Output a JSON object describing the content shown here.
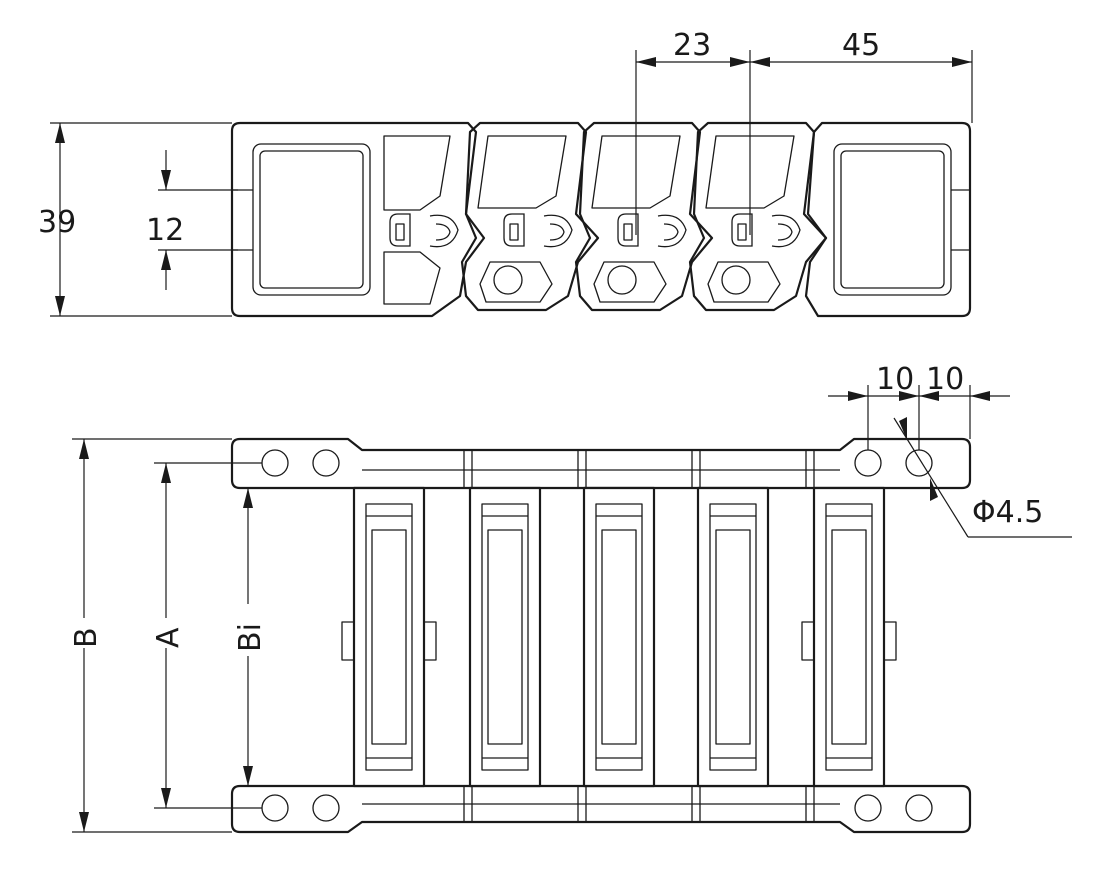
{
  "side_view": {
    "dim_pitch_label": "23",
    "dim_end_label": "45",
    "dim_height_label": "39",
    "dim_slot_label": "12"
  },
  "top_view": {
    "dim_hole_pitch_1": "10",
    "dim_hole_pitch_2": "10",
    "dim_hole_diameter": "Φ4.5",
    "dim_outer_width": "B",
    "dim_hole_spacing": "A",
    "dim_inner_width": "Bi"
  }
}
